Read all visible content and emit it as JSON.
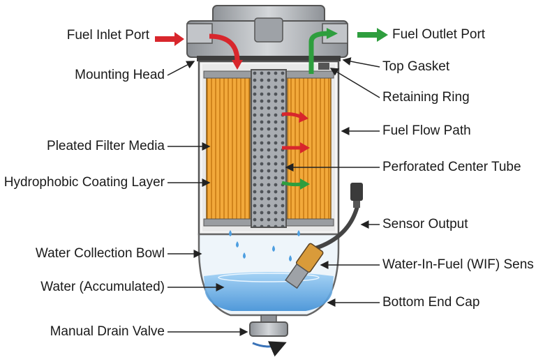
{
  "labels": {
    "fuel_inlet_port": "Fuel Inlet Port",
    "mounting_head": "Mounting Head",
    "pleated_filter_media": "Pleated Filter Media",
    "hydrophobic_coating_layer": "Hydrophobic Coating Layer",
    "water_collection_bowl": "Water Collection Bowl",
    "water_accumulated": "Water (Accumulated)",
    "manual_drain_valve": "Manual Drain Valve",
    "fuel_outlet_port": "Fuel Outlet Port",
    "top_gasket": "Top Gasket",
    "retaining_ring": "Retaining Ring",
    "fuel_flow_path": "Fuel Flow Path",
    "perforated_center_tube": "Perforated Center Tube",
    "sensor_output": "Sensor Output",
    "wif_sensor": "Water-In-Fuel (WIF) Sens",
    "bottom_end_cap": "Bottom End Cap"
  },
  "colors": {
    "inlet_arrow": "#d8262c",
    "outlet_arrow": "#2e9e3e",
    "filter_media": "#f2a93b",
    "water": "#5aa9e6",
    "metal": "#b9bcc0"
  }
}
